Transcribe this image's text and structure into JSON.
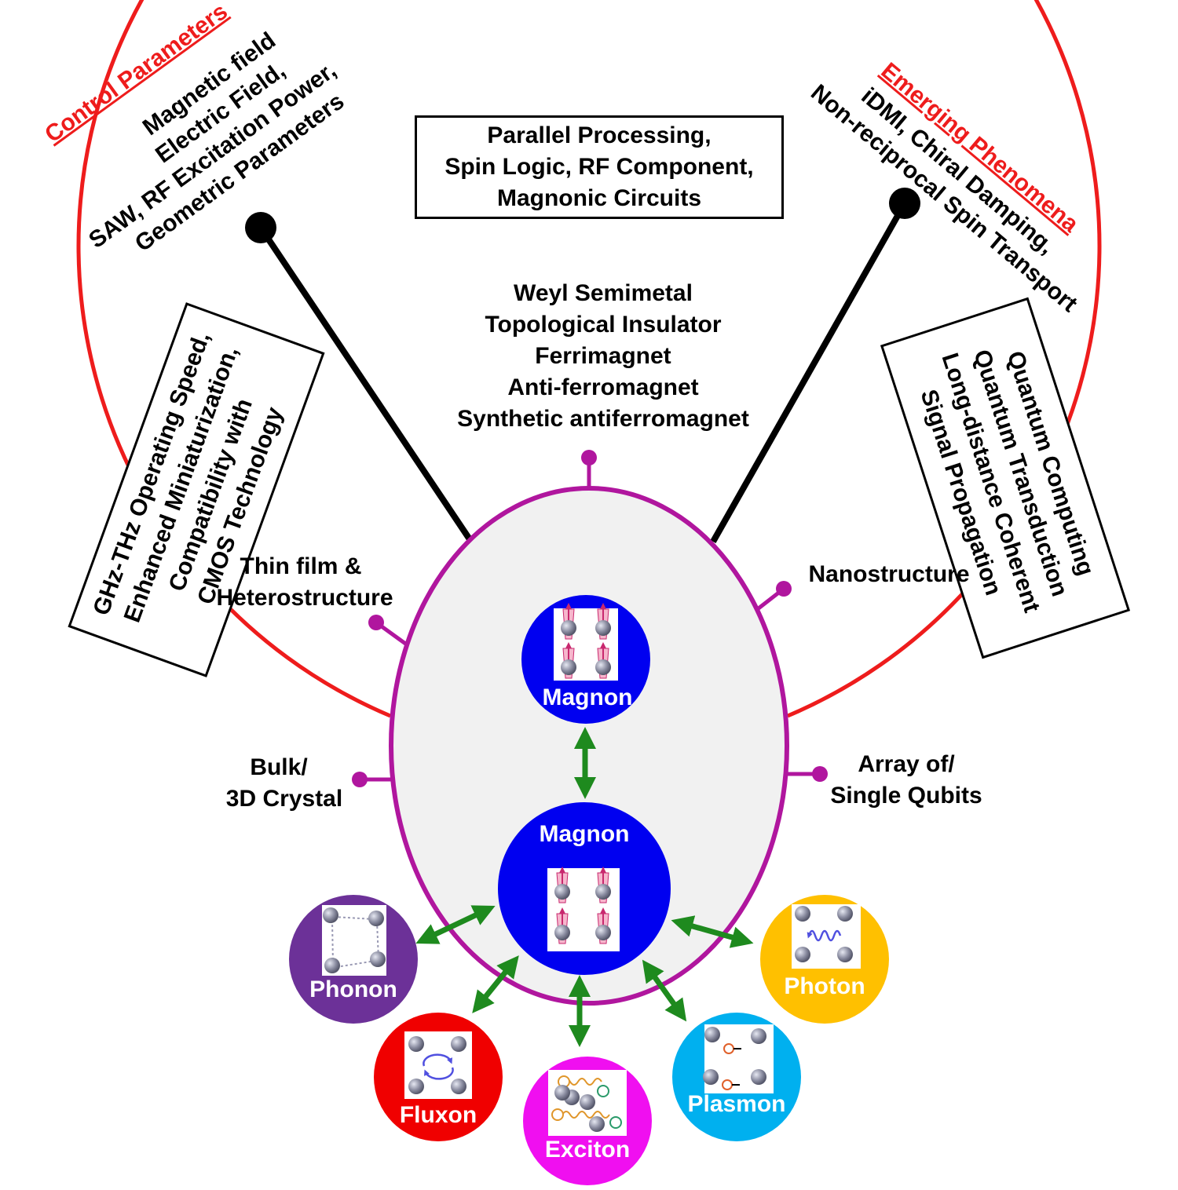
{
  "control_parameters": {
    "header": "Control Parameters",
    "lines": [
      "Magnetic field",
      "Electric Field,",
      "SAW, RF Excitation Power,",
      "Geometric Parameters"
    ]
  },
  "emerging_phenomena": {
    "header": "Emerging Phenomena",
    "lines": [
      "iDMI, Chiral Damping,",
      "Non-reciprocal Spin Transport"
    ]
  },
  "top_box": {
    "lines": [
      "Parallel Processing,",
      "Spin Logic, RF Component,",
      "Magnonic Circuits"
    ]
  },
  "left_box": {
    "lines": [
      "GHz-THz Operating Speed,",
      "Enhanced Miniaturization,",
      "Compatibility with",
      "CMOS Technology"
    ]
  },
  "right_box": {
    "lines": [
      "Quantum Computing",
      "Quantum Transduction",
      "Long-distance Coherent",
      "Signal Propagation"
    ]
  },
  "materials": {
    "lines": [
      "Weyl Semimetal",
      "Topological Insulator",
      "Ferrimagnet",
      "Anti-ferromagnet",
      "Synthetic antiferromagnet"
    ]
  },
  "platforms": {
    "thin_film": [
      "Thin film &",
      "Heterostructure"
    ],
    "nanostructure": [
      "Nanostructure"
    ],
    "bulk": [
      "Bulk/",
      "3D Crystal"
    ],
    "qubits": [
      "Array of/",
      "Single Qubits"
    ]
  },
  "quasiparticles": {
    "magnon_top": "Magnon",
    "magnon_center": "Magnon",
    "phonon": "Phonon",
    "fluxon": "Fluxon",
    "exciton": "Exciton",
    "plasmon": "Plasmon",
    "photon": "Photon"
  },
  "colors": {
    "arc": "#ee1c1c",
    "ellipse": "#b0169e",
    "ellipse_fill": "#f1f1f1",
    "magnon": "#0000f0",
    "phonon": "#6c3198",
    "fluxon": "#f00000",
    "exciton": "#f00ff0",
    "plasmon": "#00b0ef",
    "photon": "#ffc000",
    "arrow": "#1e8a1e",
    "spin_arrow": "#c8286e",
    "lattice_atom": "#8a8ca0"
  }
}
